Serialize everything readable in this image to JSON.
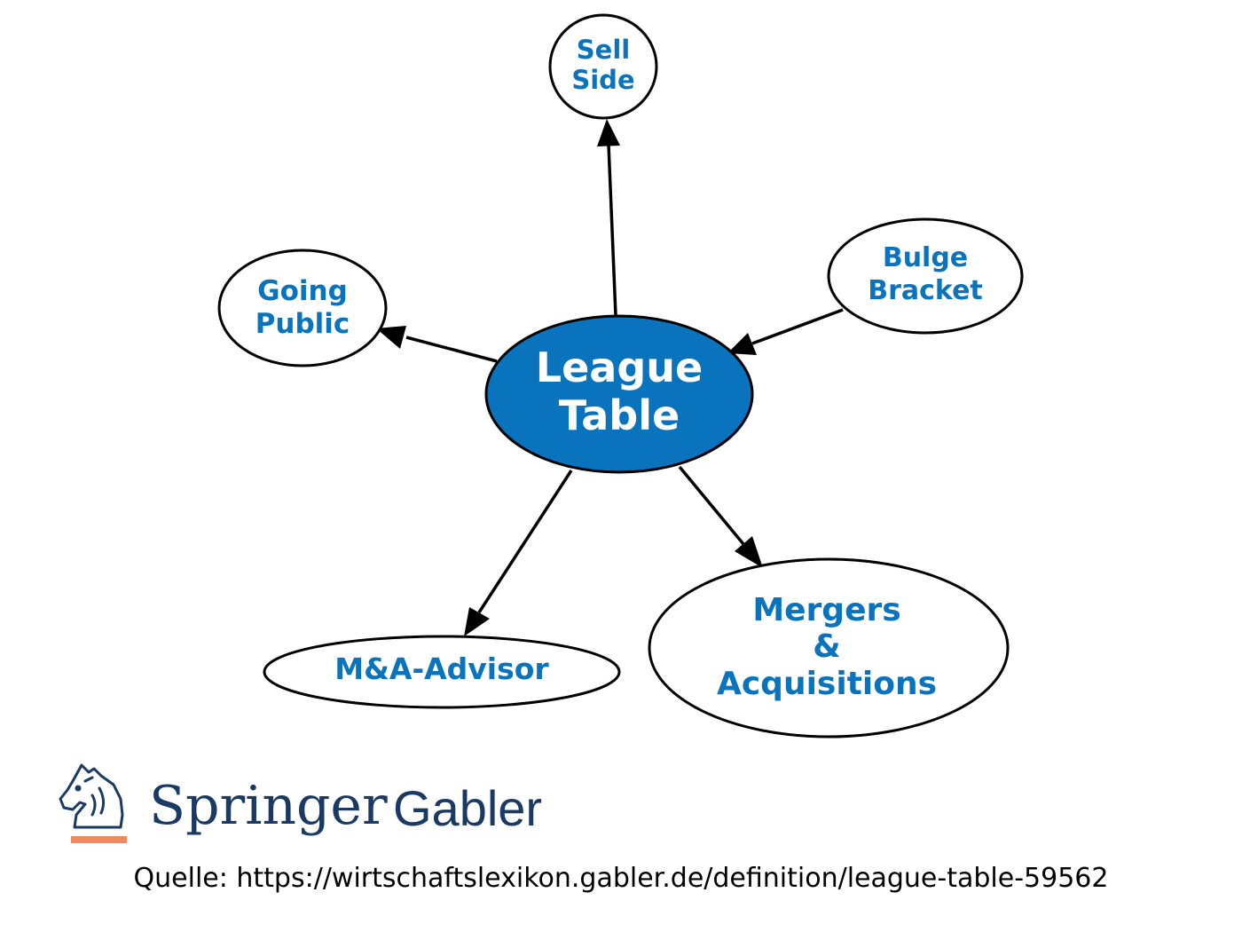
{
  "diagram": {
    "center": {
      "line1": "League",
      "line2": "Table"
    },
    "nodes": {
      "sell_side": {
        "line1": "Sell",
        "line2": "Side"
      },
      "bulge_bracket": {
        "line1": "Bulge",
        "line2": "Bracket"
      },
      "going_public": {
        "line1": "Going",
        "line2": "Public"
      },
      "ma_advisor": {
        "line1": "M&A-Advisor"
      },
      "mergers": {
        "line1": "Mergers",
        "line2": "&",
        "line3": "Acquisitions"
      }
    },
    "edges": [
      {
        "from": "League Table",
        "to": "Sell Side"
      },
      {
        "from": "Bulge Bracket",
        "to": "League Table"
      },
      {
        "from": "League Table",
        "to": "Going Public"
      },
      {
        "from": "League Table",
        "to": "M&A-Advisor"
      },
      {
        "from": "League Table",
        "to": "Mergers & Acquisitions"
      }
    ]
  },
  "brand": {
    "springer": "Springer",
    "gabler": "Gabler",
    "logo_icon": "knight-chess-piece-icon"
  },
  "source": {
    "text": "Quelle: https://wirtschaftslexikon.gabler.de/definition/league-table-59562"
  },
  "colors": {
    "accent_blue": "#0a73bd",
    "brand_navy": "#1b3a63",
    "brand_orange": "#f08a5d"
  }
}
